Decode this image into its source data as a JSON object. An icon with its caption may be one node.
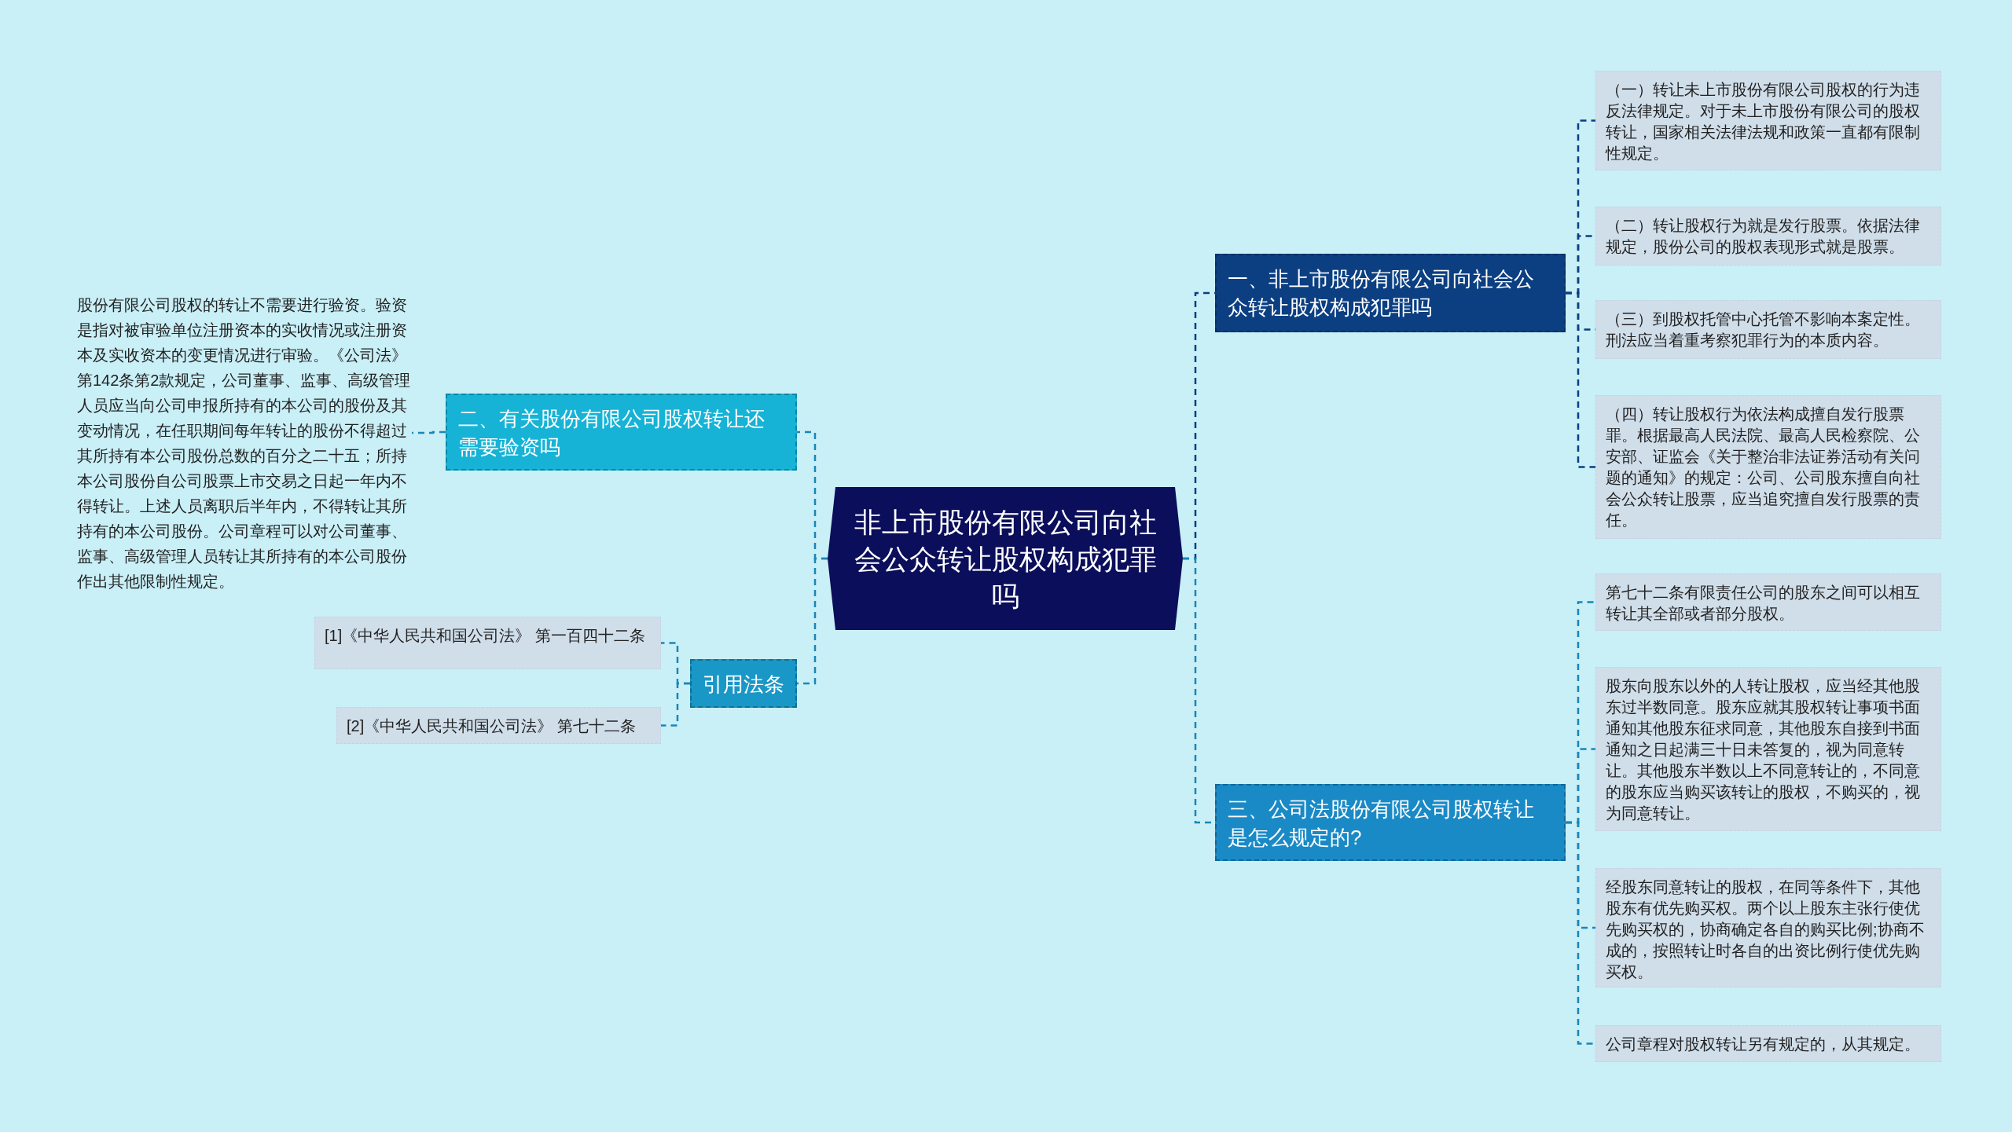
{
  "diagram": {
    "nodes": [
      {
        "text": [
          "非上市股份有限公司向社会公众转让股权构成犯罪吗"
        ]
      },
      {
        "text": [
          "一、非上市股份有限公司向社会公众转让股权构成犯罪吗"
        ]
      },
      {
        "text": [
          "（一）转让未上市股份有限公司股权的行为违反法律规定。对于未上市股份有限公司的股权转让，国家相关法律法规和政策一直都有限制性规定。"
        ]
      },
      {
        "text": [
          "（二）转让股权行为就是发行股票。依据法律规定，股份公司的股权表现形式就是股票。"
        ]
      },
      {
        "text": [
          "（三）到股权托管中心托管不影响本案定性。刑法应当着重考察犯罪行为的本质内容。"
        ]
      },
      {
        "text": [
          "（四）转让股权行为依法构成擅自发行股票罪。根据最高人民法院、最高人民检察院、公安部、证监会《关于整治非法证券活动有关问题的通知》的规定：公司、公司股东擅自向社会公众转让股票，应当追究擅自发行股票的责任。"
        ]
      },
      {
        "text": [
          "二、有关股份有限公司股权转让还需要验资吗"
        ]
      },
      {
        "text": [
          "股份有限公司股权的转让不需要进行验资。验资是指对被审验单位注册资本的实收情况或注册资本及实收资本的变更情况进行审验。《公司法》第142条第2款规定，公司董事、监事、高级管理人员应当向公司申报所持有的本公司的股份及其变动情况，在任职期间每年转让的股份不得超过其所持有本公司股份总数的百分之二十五；所持本公司股份自公司股票上市交易之日起一年内不得转让。上述人员离职后半年内，不得转让其所持有的本公司股份。公司章程可以对公司董事、监事、高级管理人员转让其所持有的本公司股份作出其他限制性规定。"
        ]
      },
      {
        "text": [
          "引用法条"
        ]
      },
      {
        "text": [
          "[1]《中华人民共和国公司法》 第一百四十二条"
        ]
      },
      {
        "text": [
          "[2]《中华人民共和国公司法》 第七十二条"
        ]
      },
      {
        "text": [
          "三、公司法股份有限公司股权转让是怎么规定的?"
        ]
      },
      {
        "text": [
          "第七十二条有限责任公司的股东之间可以相互转让其全部或者部分股权。"
        ]
      },
      {
        "text": [
          "股东向股东以外的人转让股权，应当经其他股东过半数同意。股东应就其股权转让事项书面通知其他股东征求同意，其他股东自接到书面通知之日起满三十日未答复的，视为同意转让。其他股东半数以上不同意转让的，不同意的股东应当购买该转让的股权，不购买的，视为同意转让。"
        ]
      },
      {
        "text": [
          "经股东同意转让的股权，在同等条件下，其他股东有优先购买权。两个以上股东主张行使优先购买权的，协商确定各自的购买比例;协商不成的，按照转让时各自的出资比例行使优先购买权。"
        ]
      },
      {
        "text": [
          "公司章程对股权转让另有规定的，从其规定。"
        ]
      }
    ],
    "edges": [
      {
        "from": 0,
        "to": 1,
        "arrow": "none"
      },
      {
        "from": 1,
        "to": 2,
        "arrow": "none"
      },
      {
        "from": 1,
        "to": 3,
        "arrow": "none"
      },
      {
        "from": 1,
        "to": 4,
        "arrow": "none"
      },
      {
        "from": 1,
        "to": 5,
        "arrow": "none"
      },
      {
        "from": 0,
        "to": 6,
        "arrow": "none"
      },
      {
        "from": 6,
        "to": 7,
        "arrow": "none"
      },
      {
        "from": 0,
        "to": 8,
        "arrow": "none"
      },
      {
        "from": 8,
        "to": 9,
        "arrow": "none"
      },
      {
        "from": 8,
        "to": 10,
        "arrow": "none"
      },
      {
        "from": 0,
        "to": 11,
        "arrow": "none"
      },
      {
        "from": 11,
        "to": 12,
        "arrow": "none"
      },
      {
        "from": 11,
        "to": 13,
        "arrow": "none"
      },
      {
        "from": 11,
        "to": 14,
        "arrow": "none"
      },
      {
        "from": 11,
        "to": 15,
        "arrow": "none"
      }
    ]
  }
}
